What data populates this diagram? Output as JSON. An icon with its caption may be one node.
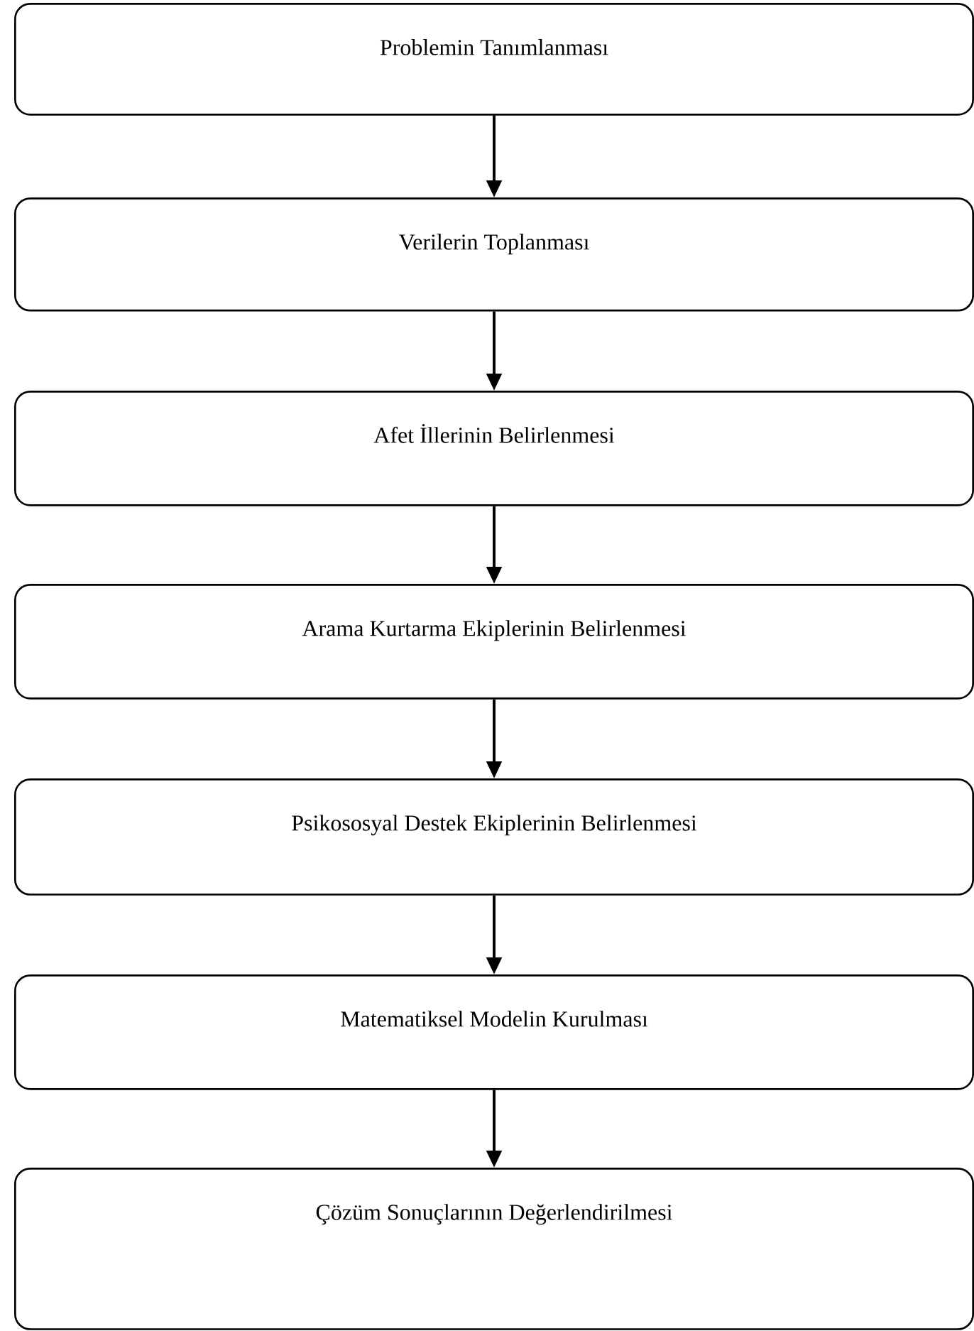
{
  "diagram": {
    "nodes": [
      {
        "text": [
          "Problemin Tanımlanması"
        ]
      },
      {
        "text": [
          "Verilerin Toplanması"
        ]
      },
      {
        "text": [
          "Afet İllerinin Belirlenmesi"
        ]
      },
      {
        "text": [
          "Arama Kurtarma Ekiplerinin Belirlenmesi"
        ]
      },
      {
        "text": [
          "Psikososyal Destek Ekiplerinin Belirlenmesi"
        ]
      },
      {
        "text": [
          "Matematiksel Modelin Kurulması"
        ]
      },
      {
        "text": [
          "Çözüm Sonuçlarının Değerlendirilmesi"
        ]
      }
    ],
    "edges": [
      {
        "from": 0,
        "to": 1,
        "arrow": "to"
      },
      {
        "from": 1,
        "to": 2,
        "arrow": "to"
      },
      {
        "from": 2,
        "to": 3,
        "arrow": "to"
      },
      {
        "from": 3,
        "to": 4,
        "arrow": "to"
      },
      {
        "from": 4,
        "to": 5,
        "arrow": "to"
      },
      {
        "from": 5,
        "to": 6,
        "arrow": "to"
      }
    ]
  }
}
